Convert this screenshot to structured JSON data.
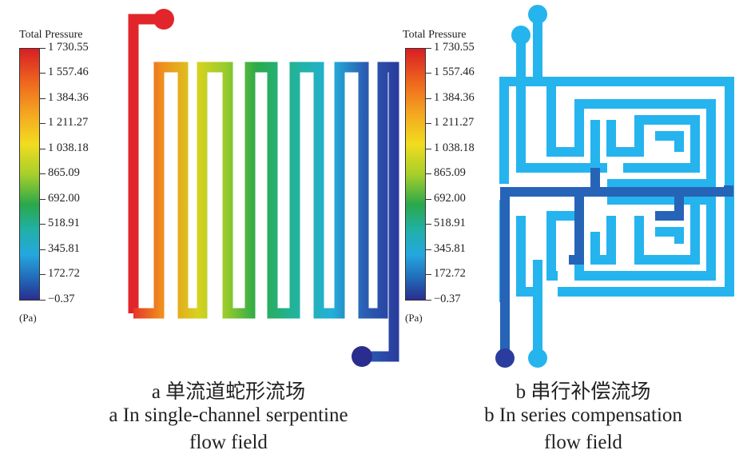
{
  "legend": {
    "title": "Total Pressure",
    "unit": "(Pa)",
    "ticks": [
      "1 730.55",
      "1 557.46",
      "1 384.36",
      "1 211.27",
      "1 038.18",
      "865.09",
      "692.00",
      "518.91",
      "345.81",
      "172.72",
      "−0.37"
    ]
  },
  "panel_a": {
    "caption_cn": "a  单流道蛇形流场",
    "caption_en_1": "a  In single-channel serpentine",
    "caption_en_2": "flow field"
  },
  "panel_b": {
    "caption_cn": "b  串行补偿流场",
    "caption_en_1": "b In series compensation",
    "caption_en_2": "flow field"
  },
  "colors": {
    "red": "#e2252b",
    "orange": "#f08a1e",
    "yellow": "#d7d21f",
    "green": "#2aaa48",
    "cyan": "#22b0d8",
    "blue": "#2a5fb4",
    "navy": "#2a2d8e",
    "light_blue": "#25b4ee",
    "dark_blue": "#2664b8"
  }
}
